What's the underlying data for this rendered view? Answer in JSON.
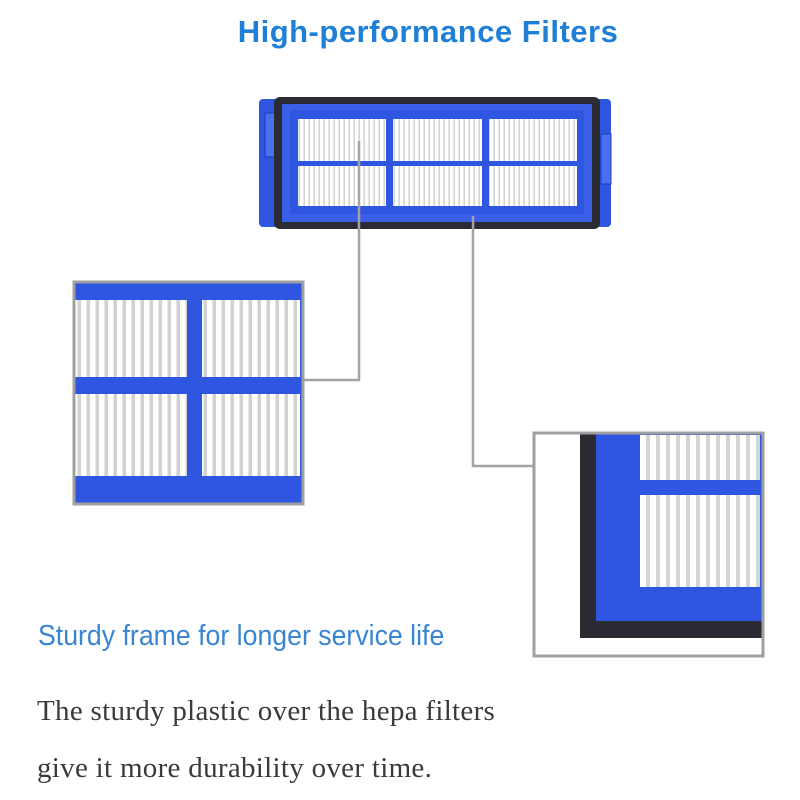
{
  "heading": "High-performance Filters",
  "subheading": "Sturdy frame for longer service life",
  "description": {
    "line1": "The sturdy plastic over the hepa filters",
    "line2": "give it more durability over time."
  },
  "colors": {
    "heading": "#1f7fd6",
    "subheading": "#3a85d2",
    "frame_blue": "#2f56e0",
    "gasket": "#2b2b33",
    "callout_border": "#a0a0a0"
  },
  "images": {
    "product": "hepa-filter-product-icon",
    "zoom_grid": "filter-grid-closeup-icon",
    "zoom_corner": "filter-corner-closeup-icon"
  }
}
